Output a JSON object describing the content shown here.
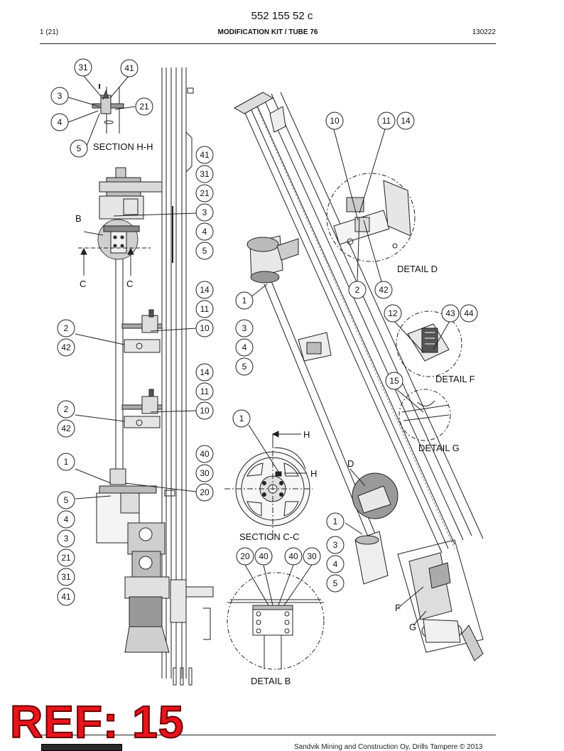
{
  "header": {
    "doc_number": "552 155 52 c",
    "page": "1 (21)",
    "title": "MODIFICATION KIT / TUBE 76",
    "date": "130222"
  },
  "views": {
    "section_hh": "SECTION H-H",
    "section_cc": "SECTION C-C",
    "detail_b": "DETAIL B",
    "detail_d": "DETAIL D",
    "detail_f": "DETAIL F",
    "detail_g": "DETAIL G"
  },
  "letters": {
    "b": "B",
    "c1": "C",
    "c2": "C",
    "h1": "H",
    "h2": "H",
    "d": "D",
    "f": "F",
    "g": "G"
  },
  "balloons": {
    "hh_31": "31",
    "hh_41": "41",
    "hh_3": "3",
    "hh_21": "21",
    "hh_4": "4",
    "hh_5": "5",
    "lc_41": "41",
    "lc_31": "31",
    "lc_21": "21",
    "lc_3": "3",
    "lc_4": "4",
    "lc_5": "5",
    "lc_14a": "14",
    "lc_11a": "11",
    "lc_10a": "10",
    "lc_2a": "2",
    "lc_42a": "42",
    "lc_14b": "14",
    "lc_11b": "11",
    "lc_10b": "10",
    "lc_2b": "2",
    "lc_42b": "42",
    "lc_40": "40",
    "lc_30": "30",
    "lc_20": "20",
    "ll_1": "1",
    "ll_5": "5",
    "ll_4": "4",
    "ll_3": "3",
    "ll_21": "21",
    "ll_31": "31",
    "ll_41": "41",
    "m_1": "1",
    "m_3": "3",
    "m_4": "4",
    "m_5": "5",
    "cc_1": "1",
    "db_20": "20",
    "db_40a": "40",
    "db_40b": "40",
    "db_30": "30",
    "dd_10": "10",
    "dd_11": "11",
    "dd_14": "14",
    "dd_2": "2",
    "dd_42": "42",
    "df_12": "12",
    "df_43": "43",
    "df_44": "44",
    "dg_15": "15",
    "rb_1": "1",
    "rb_3": "3",
    "rb_4": "4",
    "rb_5": "5"
  },
  "ref_label": "REF: 15",
  "footer": {
    "copyright": "Sandvik Mining and Construction Oy, Drills Tampere © 2013"
  }
}
